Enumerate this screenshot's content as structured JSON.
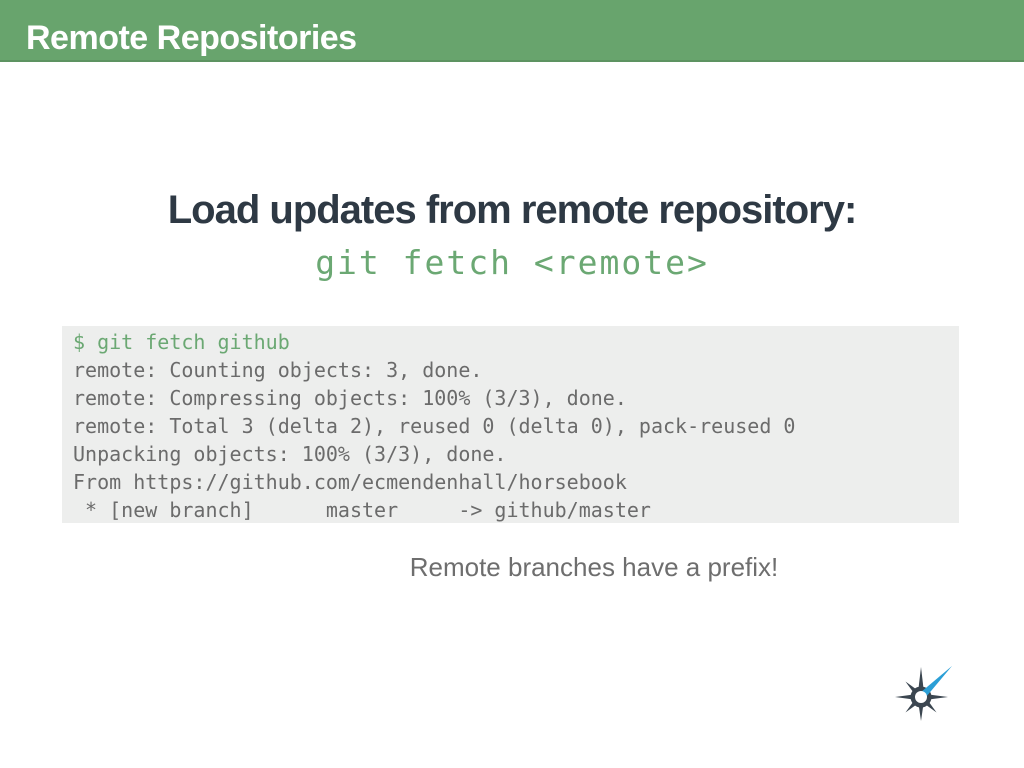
{
  "header": {
    "title": "Remote Repositories"
  },
  "content": {
    "heading": "Load updates from remote repository:",
    "command": "git fetch <remote>",
    "terminal_lines": [
      {
        "type": "command",
        "text": "$ git fetch github"
      },
      {
        "type": "output",
        "text": "remote: Counting objects: 3, done."
      },
      {
        "type": "output",
        "text": "remote: Compressing objects: 100% (3/3), done."
      },
      {
        "type": "output",
        "text": "remote: Total 3 (delta 2), reused 0 (delta 0), pack-reused 0"
      },
      {
        "type": "output",
        "text": "Unpacking objects: 100% (3/3), done."
      },
      {
        "type": "output",
        "text": "From https://github.com/ecmendenhall/horsebook"
      },
      {
        "type": "output",
        "text": " * [new branch]      master     -> github/master"
      }
    ],
    "caption": "Remote branches have a prefix!"
  },
  "logo": {
    "name": "compass-star-logo"
  },
  "colors": {
    "header_green": "#68a46d",
    "command_green": "#6ba873",
    "terminal_bg": "#edeeed",
    "terminal_text": "#6b6b6b",
    "heading_dark": "#2e3944",
    "caption_gray": "#6e6e6e",
    "logo_dark": "#3b4650",
    "logo_blue": "#2b9fd6"
  }
}
